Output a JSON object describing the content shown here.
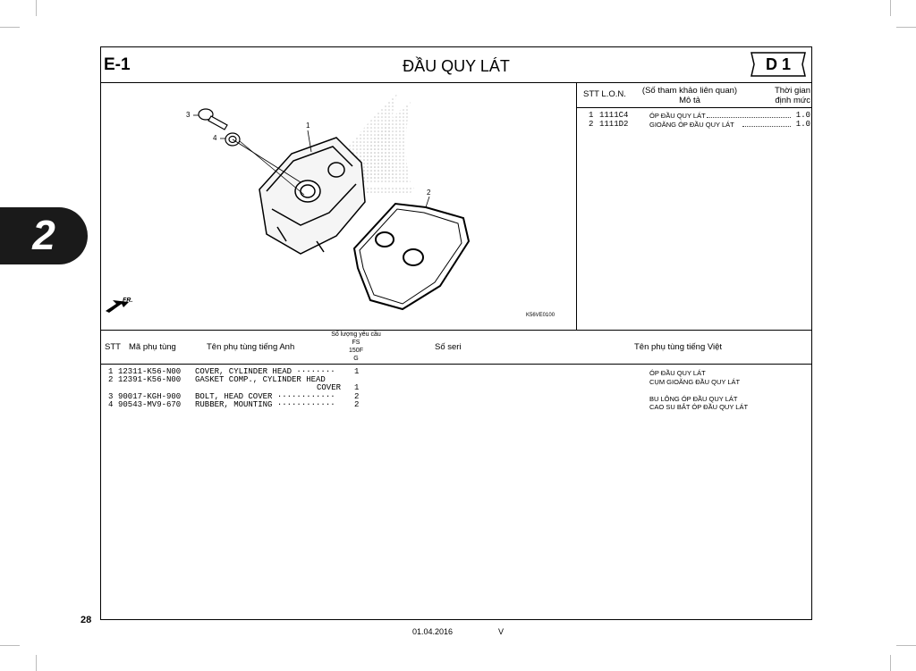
{
  "header": {
    "section_code": "E-1",
    "title": "ĐẦU QUY LÁT",
    "badge": "D 1"
  },
  "side_tab": {
    "number": "2"
  },
  "labor_table": {
    "col_stt_lon": "STT  L.O.N.",
    "col_desc_line1": "(Số tham khảo liên quan)",
    "col_desc_line2": "Mô tả",
    "col_time_line1": "Thời gian",
    "col_time_line2": "định mức",
    "rows": [
      {
        "no": "1",
        "code": "1111C4",
        "desc": "ÓP ĐẦU QUY LÁT",
        "time": "1.0"
      },
      {
        "no": "2",
        "code": "1111D2",
        "desc": "GIOĂNG ÓP ĐẦU QUY LÁT",
        "time": "1.0"
      }
    ]
  },
  "diagram": {
    "callouts": [
      "1",
      "2",
      "3",
      "4"
    ],
    "fr_label": "FR.",
    "ref_code": "K56VE0100"
  },
  "parts_table": {
    "col_stt": "STT",
    "col_part_no": "Mã phụ tùng",
    "col_name_en": "Tên phụ tùng tiếng Anh",
    "col_qty_line1": "Số lượng yêu cầu",
    "col_qty_line2": "FS",
    "col_qty_line3": "150F",
    "col_qty_line4": "G",
    "col_serial": "Số seri",
    "col_name_vi": "Tên phụ tùng tiếng Việt",
    "rows": [
      {
        "no": "1",
        "part_no": "12311-K56-N00",
        "name_en": "COVER, CYLINDER HEAD ········",
        "qty": "1",
        "name_vi": "ÓP ĐẦU QUY LÁT"
      },
      {
        "no": "2",
        "part_no": "12391-K56-N00",
        "name_en": "GASKET COMP., CYLINDER HEAD",
        "name_en_cont": "COVER",
        "qty": "1",
        "name_vi": "CỤM GIOĂNG ĐẦU QUY LÁT"
      },
      {
        "no": "3",
        "part_no": "90017-KGH-900",
        "name_en": "BOLT, HEAD COVER ············",
        "qty": "2",
        "name_vi": "BU LÔNG ÓP ĐẦU QUY LÁT"
      },
      {
        "no": "4",
        "part_no": "90543-MV9-670",
        "name_en": "RUBBER, MOUNTING ············",
        "qty": "2",
        "name_vi": "CAO SU BẮT ÓP ĐẦU QUY LÁT"
      }
    ]
  },
  "footer": {
    "page_number": "28",
    "date": "01.04.2016",
    "version": "V"
  }
}
